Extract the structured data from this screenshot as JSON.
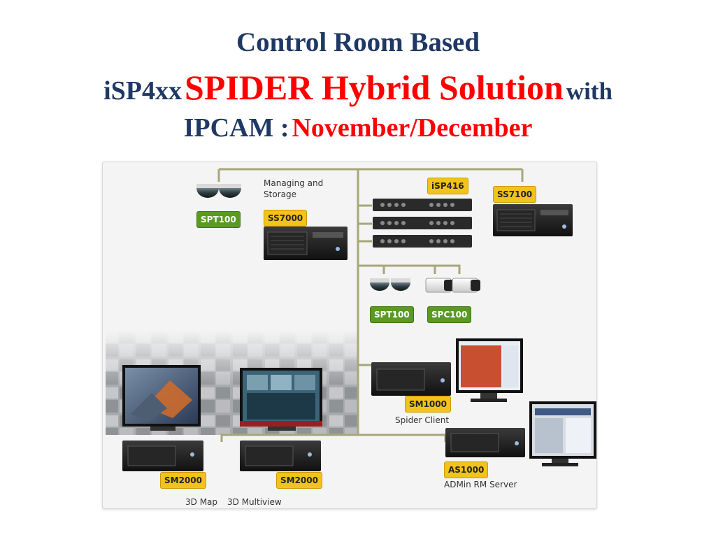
{
  "title": {
    "line1": "Control Room Based",
    "line2_a": "iSP4xx",
    "line2_b": "SPIDER Hybrid Solution",
    "line2_c": "with",
    "line3_a": "IPCAM :",
    "line3_b": "November/December"
  },
  "diagram": {
    "managing_line1": "Managing and",
    "managing_line2": "Storage",
    "spt100_top": "SPT100",
    "ss7000": "SS7000",
    "isp416": "iSP416",
    "ss7100": "SS7100",
    "spt100_mid": "SPT100",
    "spc100": "SPC100",
    "sm1000": "SM1000",
    "spider_client": "Spider Client",
    "as1000": "AS1000",
    "admin_server": "ADMin RM Server",
    "sm2000_left": "SM2000",
    "sm2000_right": "SM2000",
    "map3d": "3D Map",
    "multiview3d": "3D Multiview"
  },
  "colors": {
    "navy": "#1f3864",
    "red": "#ff0000",
    "label_green": "#5a9a24",
    "label_yellow": "#f2c31a",
    "link_line": "#a8a67a"
  }
}
